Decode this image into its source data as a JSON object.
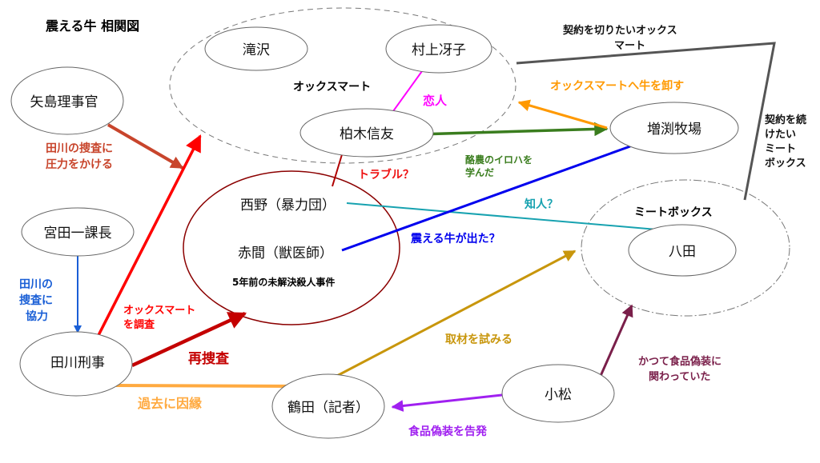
{
  "title": "震える牛 相関図",
  "groups": {
    "oxmart": "オックスマート",
    "meatbox": "ミートボックス",
    "case": "5年前の未解決殺人事件"
  },
  "people": {
    "takizawa": "滝沢",
    "murakami": "村上冴子",
    "kashiwagi": "柏木信友",
    "yajima": "矢島理事官",
    "miyata": "宮田一課長",
    "tagawa": "田川刑事",
    "nishino": "西野（暴力団）",
    "akama": "赤間（獣医師）",
    "masubuchi": "増渕牧場",
    "hatta": "八田",
    "komatsu": "小松",
    "tsuruta": "鶴田（記者）"
  },
  "relations": {
    "lovers": "恋人",
    "pressure_1": "田川の捜査に",
    "pressure_2": "圧力をかける",
    "coop_1": "田川の",
    "coop_2": "捜査に",
    "coop_3": "協力",
    "investigate_ox_1": "オックスマート",
    "investigate_ox_2": "を調査",
    "reinvestigate": "再捜査",
    "trouble": "トラブル？",
    "acquaint": "知人？",
    "shaking_cow": "震える牛が出た？",
    "dairy_1": "酪農のイロハを",
    "dairy_2": "学んだ",
    "supply": "オックスマートへ牛を卸す",
    "cut_contract_1": "契約を切りたいオックス",
    "cut_contract_2": "マート",
    "keep_contract_1": "契約を続",
    "keep_contract_2": "けたい",
    "keep_contract_3": "ミート",
    "keep_contract_4": "ボックス",
    "past_fate": "過去に因縁",
    "interview": "取材を試みる",
    "expose": "食品偽装を告発",
    "past_fraud_1": "かつて食品偽装に",
    "past_fraud_2": "関わっていた"
  },
  "colors": {
    "pressure": "#c8452c",
    "coop": "#1a5fd6",
    "red": "#ff0000",
    "darkred": "#c40000",
    "crime": "#8b0000",
    "lovers": "#ff00ff",
    "teal": "#17a2b0",
    "blue": "#0000ee",
    "green": "#3a7d1e",
    "orange": "#ff9900",
    "gray": "#555555",
    "pastorange": "#ffaa40",
    "gold": "#c8960c",
    "purple": "#a020f0",
    "maroon": "#7a1f4a"
  }
}
